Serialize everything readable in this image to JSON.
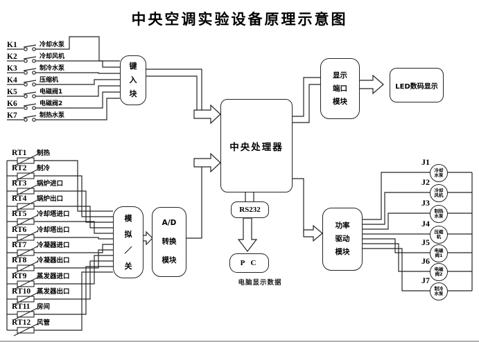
{
  "title": "中央空调实验设备原理示意图",
  "blocks": {
    "input_block": {
      "lines": [
        "键",
        "入",
        "块"
      ]
    },
    "analog_switch": {
      "lines": [
        "模",
        "拟",
        "／",
        "关"
      ]
    },
    "ad_module": {
      "lines": [
        "A/D",
        "转换",
        "模块"
      ]
    },
    "cpu": {
      "label": "中央处理器"
    },
    "rs232": {
      "label": "RS232"
    },
    "pc": {
      "label": "P C"
    },
    "pc_caption": "电脑显示数据",
    "display_port": {
      "lines": [
        "显示",
        "端口",
        "模块"
      ]
    },
    "led": {
      "label": "LED数码显示"
    },
    "power_drive": {
      "lines": [
        "功率",
        "驱动",
        "模块"
      ]
    }
  },
  "k_switches": [
    {
      "id": "K1",
      "label": "冷却水泵"
    },
    {
      "id": "K2",
      "label": "冷却风机"
    },
    {
      "id": "K3",
      "label": "制冷水泵"
    },
    {
      "id": "K4",
      "label": "压缩机"
    },
    {
      "id": "K5",
      "label": "电磁阀1"
    },
    {
      "id": "K6",
      "label": "电磁阀2"
    },
    {
      "id": "K7",
      "label": "制热水泵"
    }
  ],
  "rt_sensors": [
    {
      "id": "RT1",
      "label": "制热"
    },
    {
      "id": "RT2",
      "label": "制冷"
    },
    {
      "id": "RT3",
      "label": "锅炉进口"
    },
    {
      "id": "RT4",
      "label": "锅炉出口"
    },
    {
      "id": "RT5",
      "label": "冷却塔进口"
    },
    {
      "id": "RT6",
      "label": "冷却塔出口"
    },
    {
      "id": "RT7",
      "label": "冷凝器进口"
    },
    {
      "id": "RT8",
      "label": "冷凝器出口"
    },
    {
      "id": "RT9",
      "label": "蒸发器进口"
    },
    {
      "id": "RT10",
      "label": "蒸发器出口"
    },
    {
      "id": "RT11",
      "label": "房间"
    },
    {
      "id": "RT12",
      "label": "风管"
    }
  ],
  "j_outputs": [
    {
      "id": "J1",
      "line1": "冷却",
      "line2": "水泵"
    },
    {
      "id": "J2",
      "line1": "冷却",
      "line2": "风机"
    },
    {
      "id": "J3",
      "line1": "制热",
      "line2": "水泵"
    },
    {
      "id": "J4",
      "line1": "压缩",
      "line2": "机"
    },
    {
      "id": "J5",
      "line1": "电磁",
      "line2": "阀1"
    },
    {
      "id": "J6",
      "line1": "电磁",
      "line2": "阀2"
    },
    {
      "id": "J7",
      "line1": "制冷",
      "line2": "水泵"
    }
  ],
  "colors": {
    "line": "#222222",
    "background": "#ffffff"
  }
}
